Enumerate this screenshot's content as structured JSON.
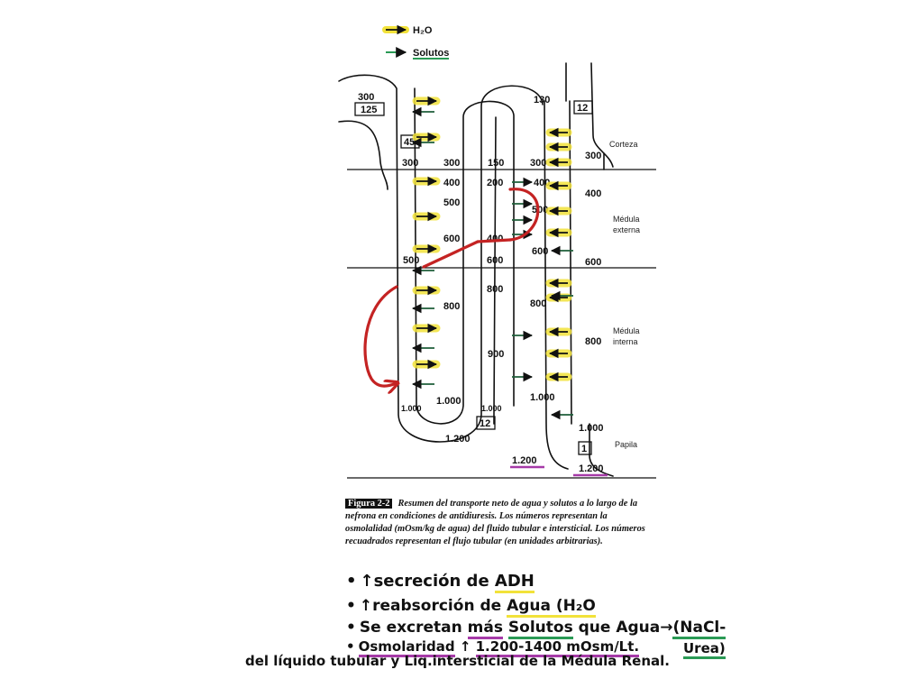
{
  "legend": {
    "water_label": "H₂O",
    "solute_label": "Solutos"
  },
  "zones": {
    "cortex": "Corteza",
    "outer_medulla_1": "Médula",
    "outer_medulla_2": "externa",
    "inner_medulla_1": "Médula",
    "inner_medulla_2": "interna",
    "papilla": "Papila"
  },
  "flow_boxes": [
    "125",
    "45",
    "12",
    "12",
    "1"
  ],
  "osmolality": {
    "cortex_left": "300",
    "cortex_left_tubule": "300",
    "cortex_interstitial": "300",
    "ascending_top": "150",
    "collecting_top": "130",
    "collecting_cortex": "300",
    "cortex_right": "300",
    "descending_400": "400",
    "descending_500": "500",
    "descending_600": "600",
    "ascending_200": "200",
    "collecting_400": "400",
    "outer_right_400": "400",
    "outer_500": "500",
    "ascending_400": "400",
    "collecting_600": "600",
    "boundary_left": "500",
    "boundary_mid": "600",
    "boundary_right": "600",
    "inner_800_left": "800",
    "inner_800_mid": "800",
    "inner_800_right": "800",
    "asc_800": "800",
    "asc_900": "900",
    "loop_1000": "1.000",
    "loop_1000_left": "1.000",
    "loop_1000_right": "1.000",
    "collecting_1000": "1.000",
    "interstitial_1000": "1.000",
    "loop_bottom": "1.200",
    "papilla_left": "1.200",
    "papilla_right": "1.200"
  },
  "caption": {
    "figure": "Figura 2-2",
    "text": "Resumen del transporte neto de agua y solutos a lo largo de la nefrona en condiciones de antidiuresis. Los números representan la osmolalidad (mOsm/kg de agua) del fluido tubular e intersticial. Los números recuadrados representan el flujo tubular (en unidades arbitrarias)."
  },
  "notes": {
    "line1_a": "↑secreción de ",
    "line1_b": "ADH",
    "line2_a": "↑reabsorción de ",
    "line2_b": "Agua (H₂O",
    "line3_a": "Se excretan ",
    "line3_b": "más",
    "line3_c": " ",
    "line3_d": "Solutos",
    "line3_e": " que Agua→",
    "line3_f": "(NaCl-",
    "line3_g": "Urea)",
    "line4_a": "Osmolaridad",
    "line4_b": " ↑ ",
    "line4_c": "1.200-1400 mOsm/Lt.",
    "line5": "del líquido tubular y Liq.intersticial de la Médula Renal."
  },
  "colors": {
    "water": "#f2e23a",
    "solute": "#2a9a55",
    "annotation_red": "#c42323",
    "underline_purple": "#a63aa8",
    "line": "#111111"
  },
  "icons": [
    "water-arrow-icon",
    "solute-arrow-icon",
    "flow-box"
  ]
}
